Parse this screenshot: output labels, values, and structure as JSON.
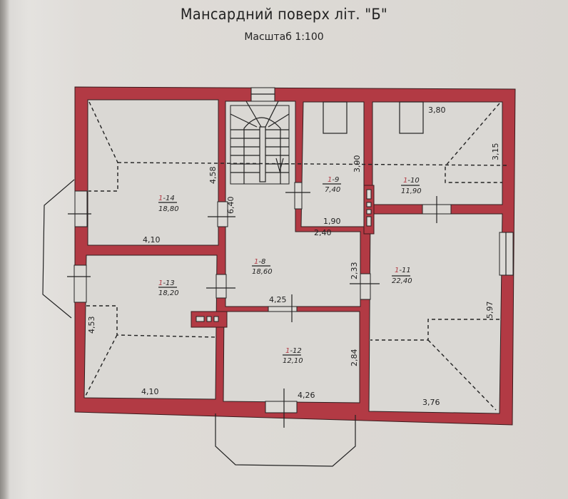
{
  "header": {
    "title": "Мансардний поверх літ. \"Б\"",
    "scale": "Масштаб 1:100"
  },
  "colors": {
    "wall": "#b23a44",
    "floor": "#dad8d4",
    "paper": "#dfdcd8",
    "ink": "#222222"
  },
  "rooms": [
    {
      "id_prefix": "1",
      "id_suffix": "-14",
      "area": "18,80"
    },
    {
      "id_prefix": "1",
      "id_suffix": "-13",
      "area": "18,20"
    },
    {
      "id_prefix": "1",
      "id_suffix": "-8",
      "area": "18,60"
    },
    {
      "id_prefix": "1",
      "id_suffix": "-9",
      "area": "7,40"
    },
    {
      "id_prefix": "1",
      "id_suffix": "-10",
      "area": "11,90"
    },
    {
      "id_prefix": "1",
      "id_suffix": "-11",
      "area": "22,40"
    },
    {
      "id_prefix": "1",
      "id_suffix": "-12",
      "area": "12,10"
    }
  ],
  "dimensions": {
    "r14_width": "4,10",
    "r14_height": "4,58",
    "stair_len": "6,40",
    "r13_width": "4,10",
    "r13_height": "4,53",
    "r8_width": "4,25",
    "r8_height": "2,33",
    "r9_width": "1,90",
    "r9_height": "3,90",
    "r9_outer": "2,40",
    "r10_width": "3,80",
    "r10_height": "3,15",
    "r11_width": "3,76",
    "r11_height": "5,97",
    "r12_width": "4,26",
    "r12_height": "2,84"
  }
}
